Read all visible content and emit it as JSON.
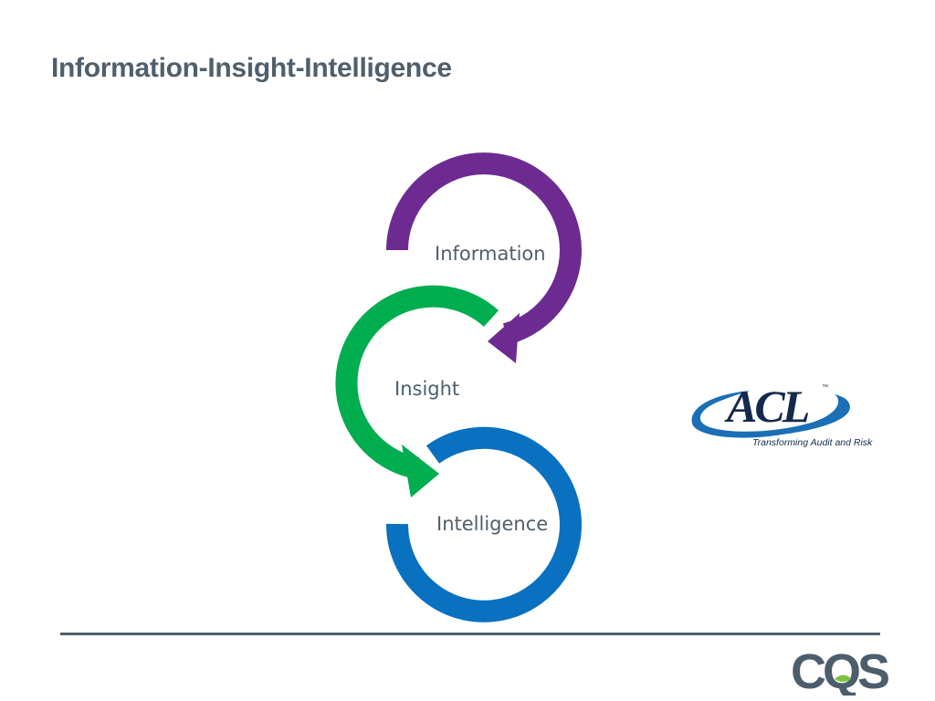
{
  "slide": {
    "title": "Information-Insight-Intelligence"
  },
  "diagram": {
    "stages": [
      {
        "label": "Information",
        "color": "#6d2b91"
      },
      {
        "label": "Insight",
        "color": "#00ad4f"
      },
      {
        "label": "Intelligence",
        "color": "#0a70c0"
      }
    ]
  },
  "acl_logo": {
    "wordmark": "ACL",
    "trademark": "™",
    "tagline": "Transforming Audit and Risk",
    "color": "#142a4c",
    "swoosh_color": "#1a6fb6"
  },
  "cqs_logo": {
    "wordmark": "CQS",
    "color": "#4c5d6c",
    "accent_color": "#7ec242"
  }
}
